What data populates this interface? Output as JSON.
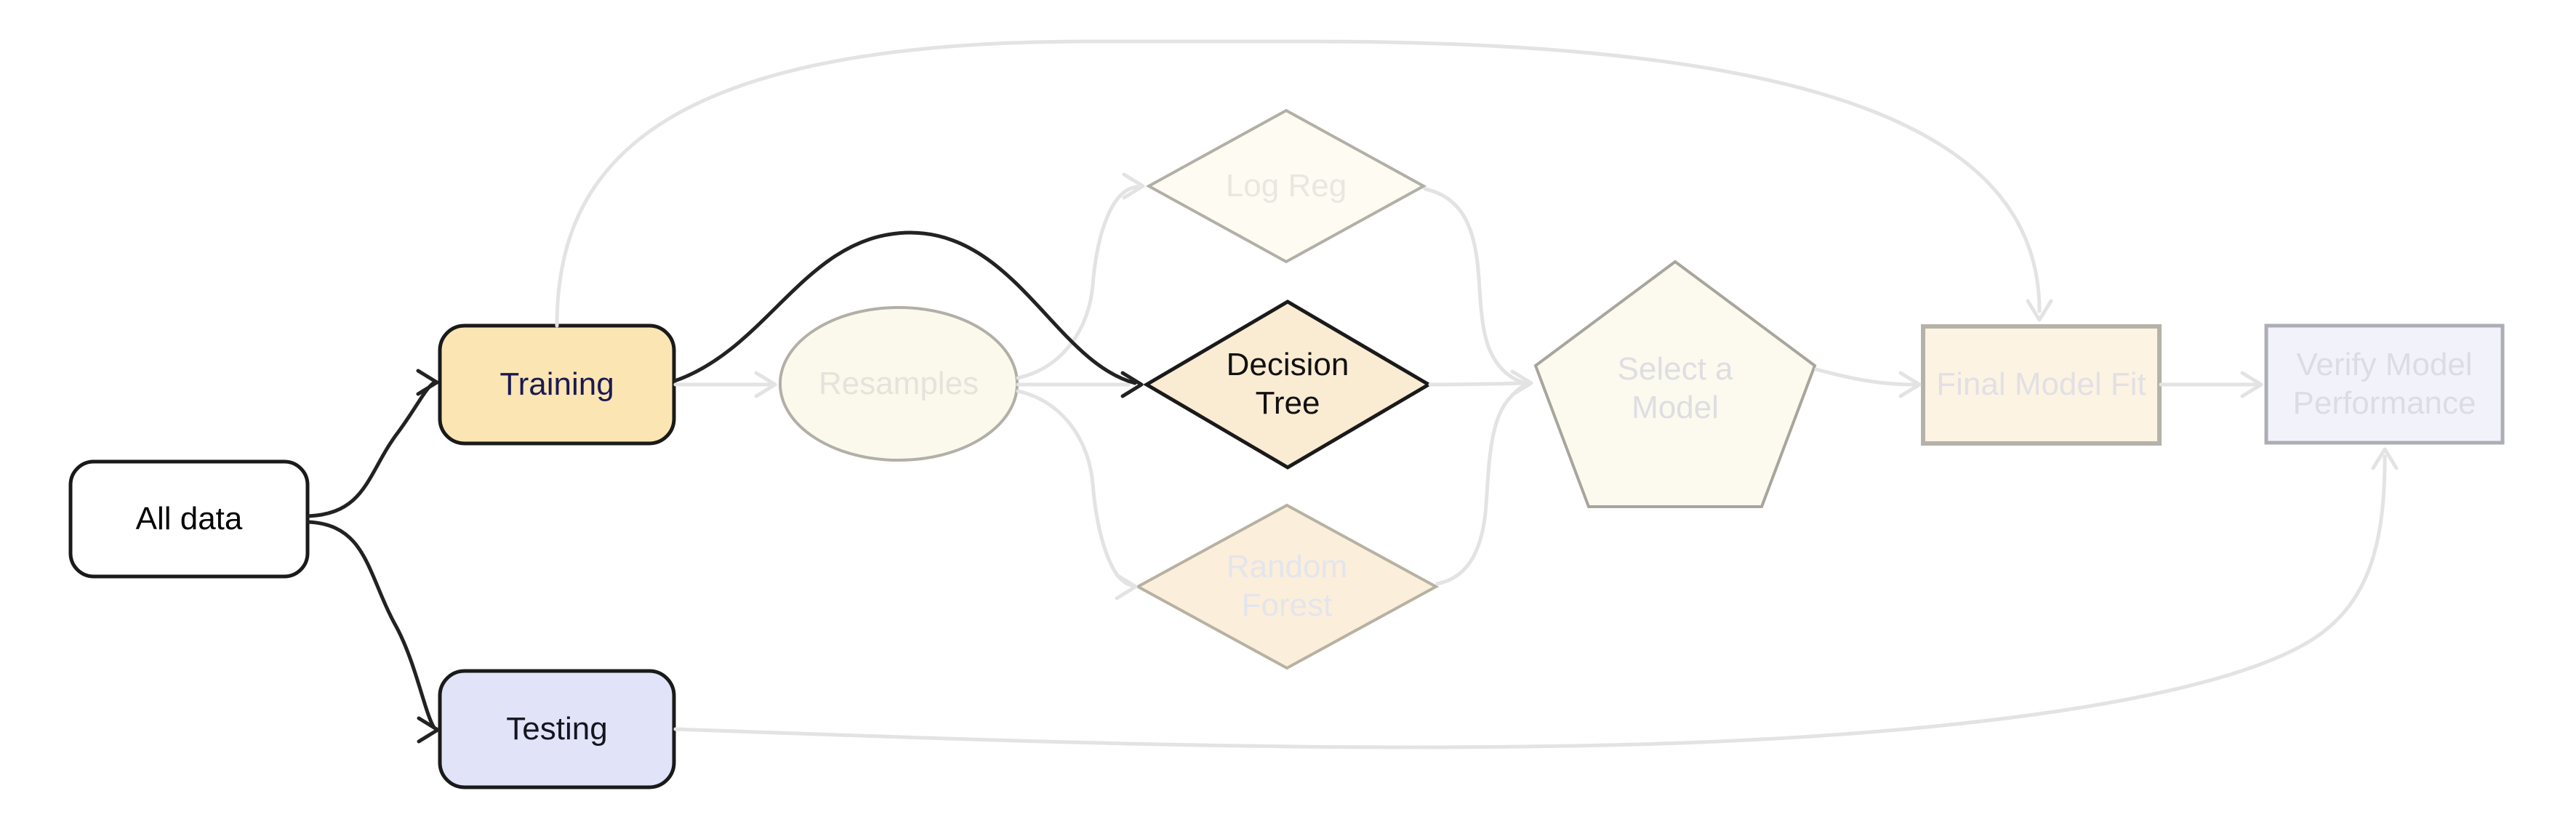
{
  "figure": {
    "background": "#FFFFFF",
    "colors": {
      "edge_active": "#222222",
      "edge_faded": "#E3E3E3"
    },
    "nodes": {
      "all_data": {
        "label": "All data",
        "shape": "rounded-rectangle",
        "state": "active",
        "fill": "#FFFFFF",
        "stroke": "#1A1A1A",
        "text_color": "#050505"
      },
      "training": {
        "label": "Training",
        "shape": "rounded-rectangle",
        "state": "active",
        "fill": "#FBE5B3",
        "stroke": "#1A1A1A",
        "text_color": "#1A1A52"
      },
      "testing": {
        "label": "Testing",
        "shape": "rounded-rectangle",
        "state": "active",
        "fill": "#E1E3F9",
        "stroke": "#1A1A1A",
        "text_color": "#15151E"
      },
      "resamples": {
        "label": "Resamples",
        "shape": "ellipse",
        "state": "faded",
        "fill": "#FBF8EC",
        "stroke": "#B2AFA6",
        "text_color": "#E5E3DC"
      },
      "log_reg": {
        "label": "Log Reg",
        "shape": "diamond",
        "state": "faded",
        "fill": "#FDFBF2",
        "stroke": "#B2AFA6",
        "text_color": "#E9E7E0"
      },
      "decision_tree": {
        "label": "Decision\nTree",
        "shape": "diamond",
        "state": "active",
        "fill": "#FAEBD3",
        "stroke": "#1A1A1A",
        "text_color": "#111111"
      },
      "random_forest": {
        "label": "Random\nForest",
        "shape": "diamond",
        "state": "faded",
        "fill": "#FBEEDB",
        "stroke": "#B7B1A1",
        "text_color": "#E4E5EC"
      },
      "select_model": {
        "label": "Select a\nModel",
        "shape": "pentagon",
        "state": "faded",
        "fill": "#FCF9EF",
        "stroke": "#A8A59D",
        "text_color": "#DEDEE2"
      },
      "final_model_fit": {
        "label": "Final Model Fit",
        "shape": "rectangle",
        "state": "faded",
        "fill": "#FCF3E3",
        "stroke": "#B5B2AA",
        "text_color": "#E1E0E4"
      },
      "verify_performance": {
        "label": "Verify Model\nPerformance",
        "shape": "rectangle",
        "state": "faded",
        "fill": "#F2F2FA",
        "stroke": "#ADADB5",
        "text_color": "#DCDCE7"
      }
    },
    "edges": [
      {
        "from": "all_data",
        "to": "training",
        "state": "active"
      },
      {
        "from": "all_data",
        "to": "testing",
        "state": "active"
      },
      {
        "from": "training",
        "to": "resamples",
        "state": "faded"
      },
      {
        "from": "training",
        "to": "decision_tree",
        "state": "active"
      },
      {
        "from": "training",
        "to": "final_model_fit",
        "state": "faded"
      },
      {
        "from": "resamples",
        "to": "log_reg",
        "state": "faded"
      },
      {
        "from": "resamples",
        "to": "decision_tree",
        "state": "faded"
      },
      {
        "from": "resamples",
        "to": "random_forest",
        "state": "faded"
      },
      {
        "from": "log_reg",
        "to": "select_model",
        "state": "faded"
      },
      {
        "from": "decision_tree",
        "to": "select_model",
        "state": "faded"
      },
      {
        "from": "random_forest",
        "to": "select_model",
        "state": "faded"
      },
      {
        "from": "select_model",
        "to": "final_model_fit",
        "state": "faded"
      },
      {
        "from": "final_model_fit",
        "to": "verify_performance",
        "state": "faded"
      },
      {
        "from": "testing",
        "to": "verify_performance",
        "state": "faded"
      }
    ]
  }
}
